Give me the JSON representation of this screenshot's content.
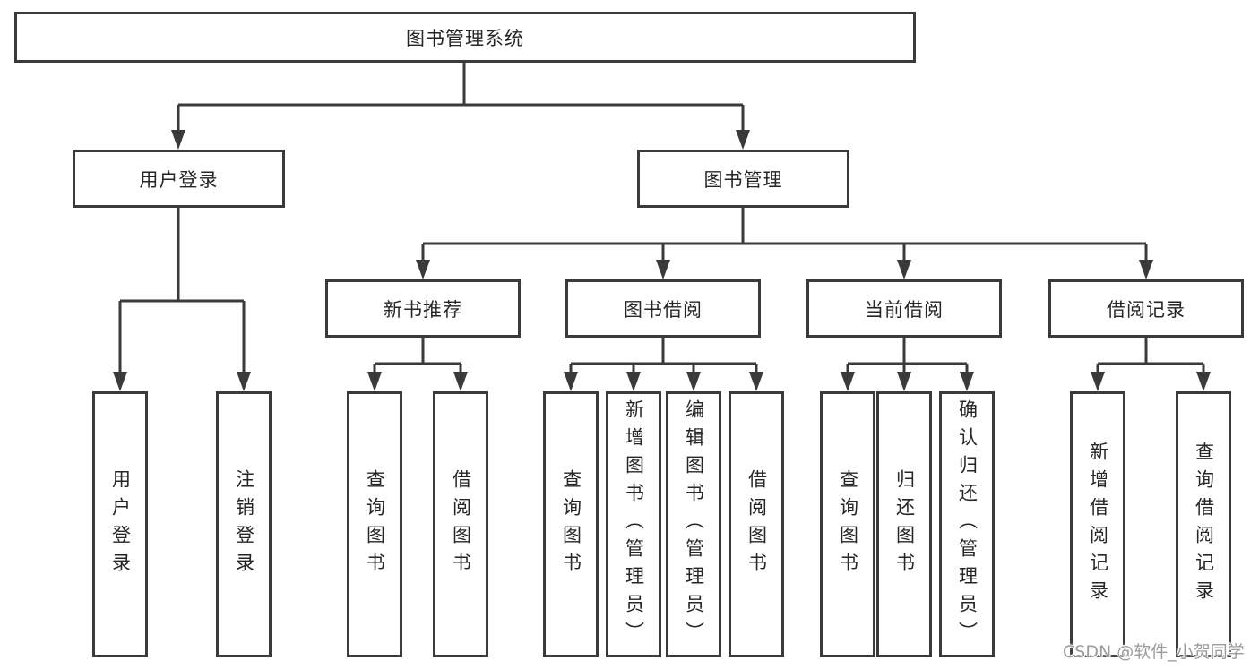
{
  "tree": {
    "label": "图书管理系统",
    "children": [
      {
        "label": "用户登录",
        "children": [
          {
            "label": "用户登录"
          },
          {
            "label": "注销登录"
          }
        ]
      },
      {
        "label": "图书管理",
        "children": [
          {
            "label": "新书推荐",
            "children": [
              {
                "label": "查询图书"
              },
              {
                "label": "借阅图书"
              }
            ]
          },
          {
            "label": "图书借阅",
            "children": [
              {
                "label": "查询图书"
              },
              {
                "label": "新增图书（管理员）"
              },
              {
                "label": "编辑图书（管理员）"
              },
              {
                "label": "借阅图书"
              }
            ]
          },
          {
            "label": "当前借阅",
            "children": [
              {
                "label": "查询图书"
              },
              {
                "label": "归还图书"
              },
              {
                "label": "确认归还（管理员）"
              }
            ]
          },
          {
            "label": "借阅记录",
            "children": [
              {
                "label": "新增借阅记录"
              },
              {
                "label": "查询借阅记录"
              }
            ]
          }
        ]
      }
    ]
  },
  "watermark": {
    "text": "CSDN @软件_小贺同学"
  },
  "colors": {
    "line": "#3a3a3a",
    "text": "#262626",
    "background": "#ffffff",
    "watermark": "#9c9c9c"
  }
}
